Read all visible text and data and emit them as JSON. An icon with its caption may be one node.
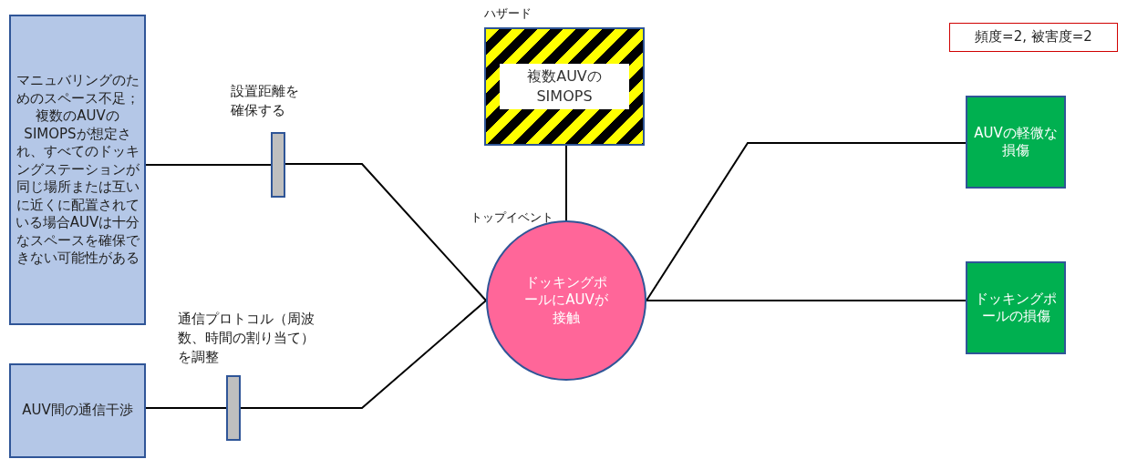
{
  "diagram": {
    "nodes": [
      {
        "text": [
          "マニュバリングのためのスペース不足；複数のAUVのSIMOPSが想定され、すべてのドッキングステーションが同じ場所または互いに近くに配置されている場合AUVは十分なスペースを確保できない可能性がある"
        ]
      },
      {
        "text": [],
        "shape": "bar",
        "beside": [
          "設置距離を確保する"
        ]
      },
      {
        "text": [
          "AUV間の通信干渉"
        ]
      },
      {
        "text": [],
        "shape": "bar",
        "beside": [
          "通信プロトコル（周波数、時間の割り当て）を調整"
        ]
      },
      {
        "text": [
          "ハザード",
          "複数AUVのSIMOPS"
        ]
      },
      {
        "text": [
          "トップイベント",
          "ドッキングポールにAUVが接触"
        ]
      },
      {
        "text": [
          "AUVの軽微な損傷"
        ]
      },
      {
        "text": [
          "ドッキングポールの損傷"
        ]
      },
      {
        "text": [
          "頻度=2, 被害度=2"
        ]
      }
    ],
    "edges": [
      {
        "from": 0,
        "to": 1,
        "arrow": "none"
      },
      {
        "from": 1,
        "to": 5,
        "arrow": "none"
      },
      {
        "from": 2,
        "to": 3,
        "arrow": "none"
      },
      {
        "from": 3,
        "to": 5,
        "arrow": "none"
      },
      {
        "from": 4,
        "to": 5,
        "arrow": "none"
      },
      {
        "from": 5,
        "to": 6,
        "arrow": "none"
      },
      {
        "from": 5,
        "to": 7,
        "arrow": "none"
      }
    ]
  }
}
